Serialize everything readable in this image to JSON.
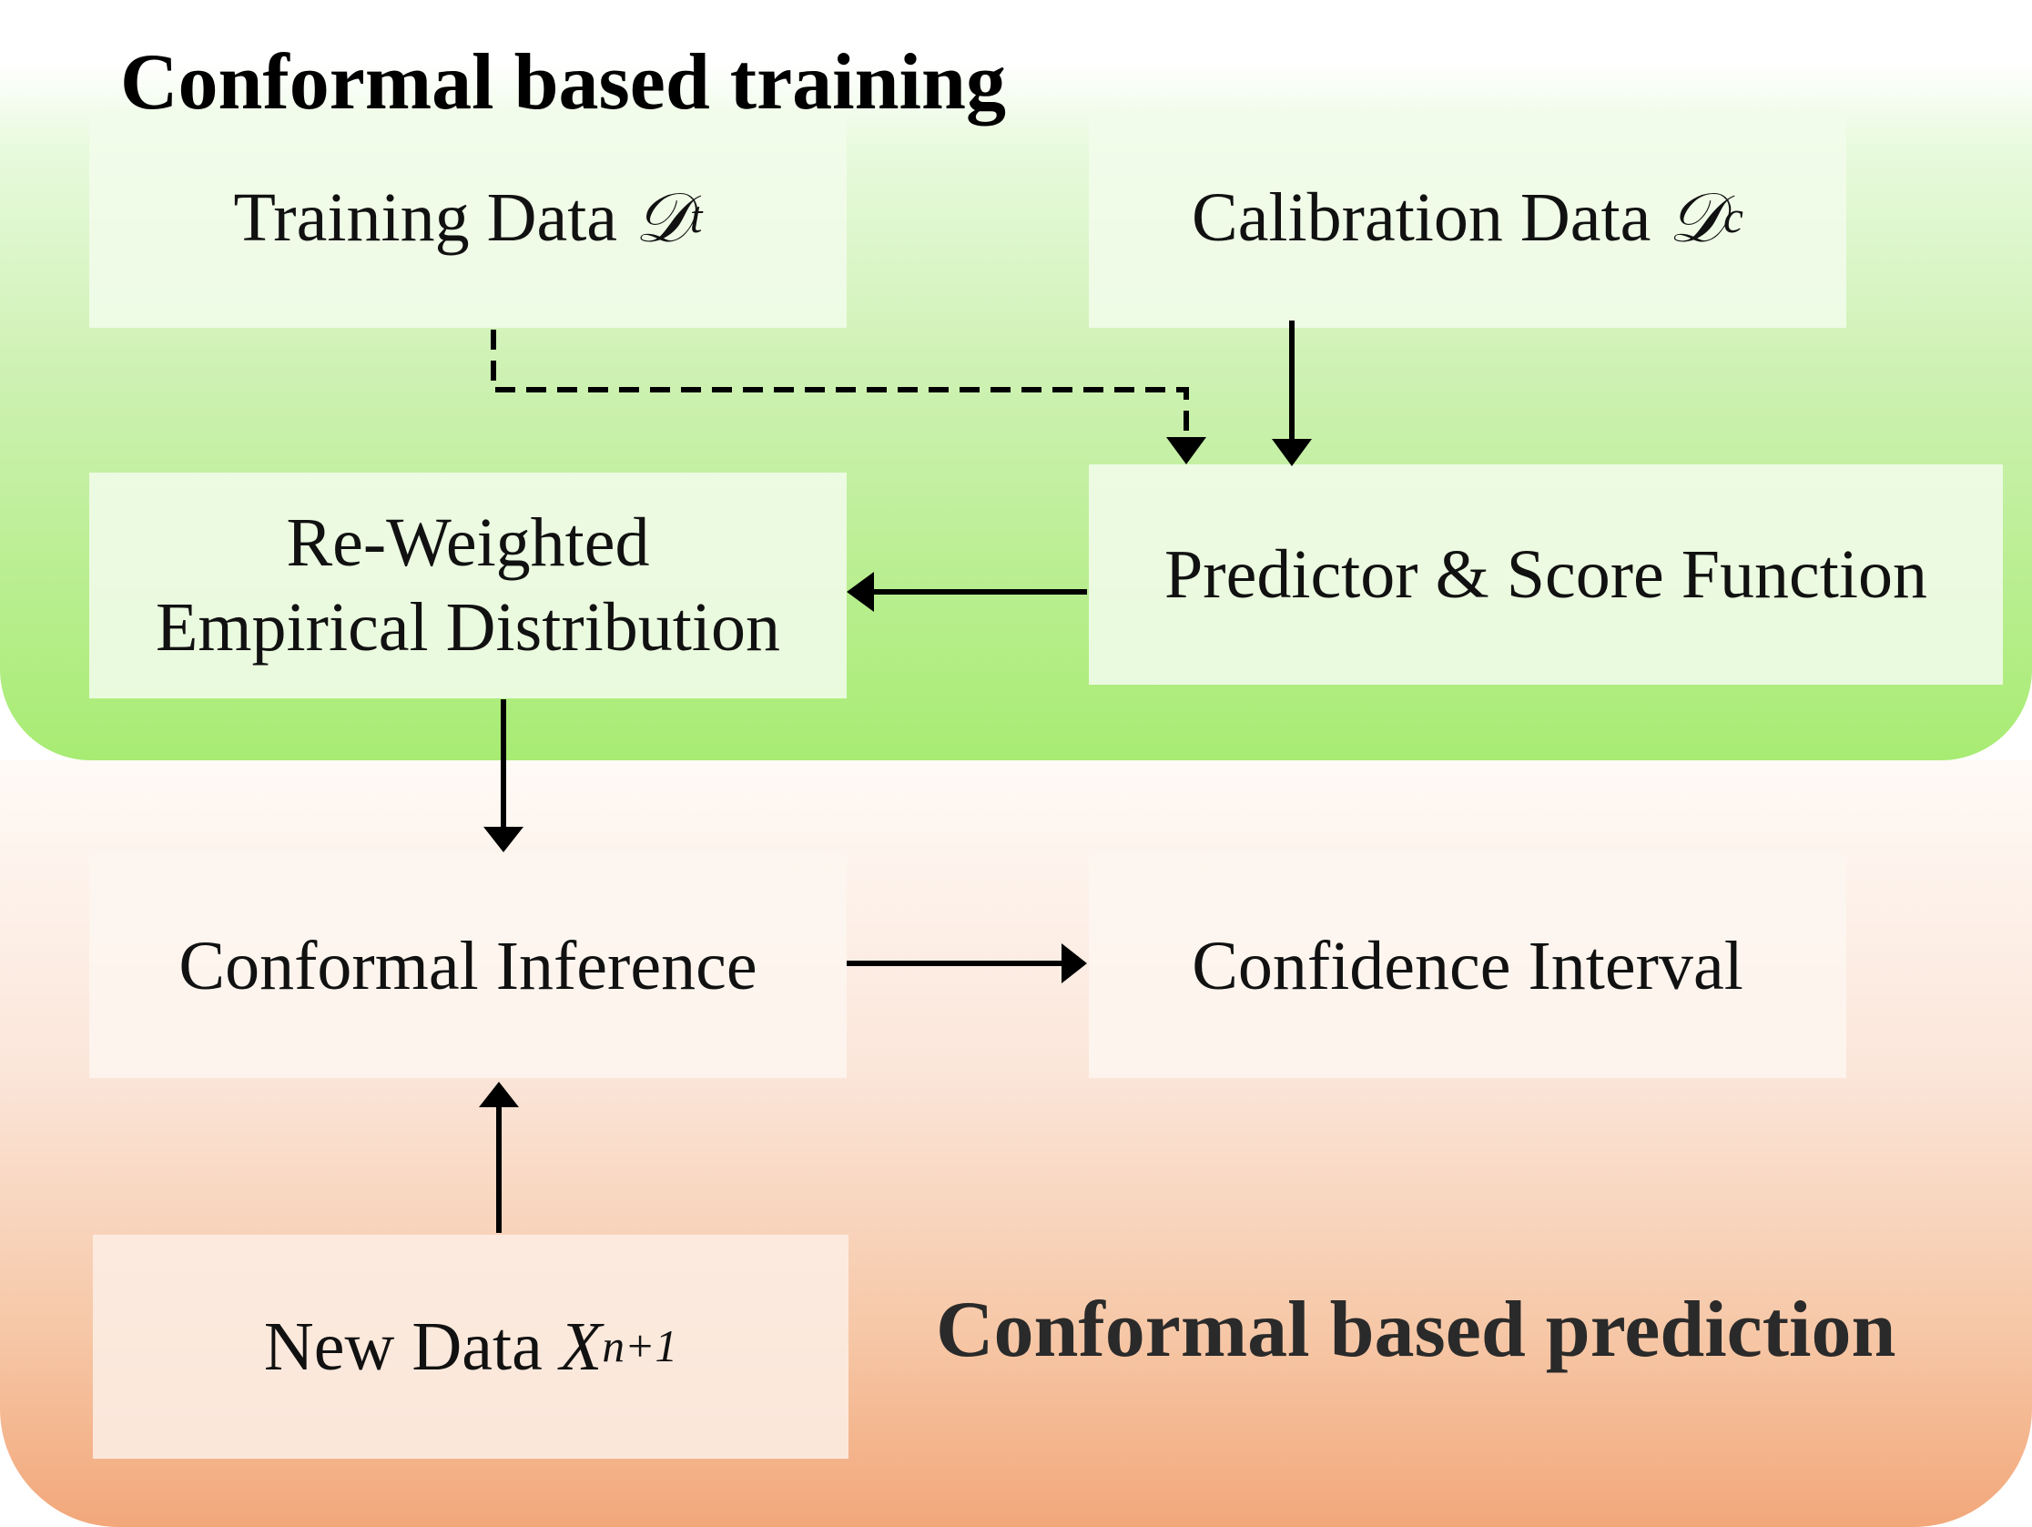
{
  "titles": {
    "training": "Conformal based training",
    "prediction": "Conformal based prediction"
  },
  "boxes": {
    "training_data": {
      "label": "Training Data ",
      "symbol": "𝒟",
      "sub": "t"
    },
    "calibration_data": {
      "label": "Calibration Data ",
      "symbol": "𝒟",
      "sub": "c"
    },
    "reweighted": {
      "line1": "Re-Weighted",
      "line2": "Empirical Distribution"
    },
    "predictor": {
      "label": "Predictor & Score Function"
    },
    "conformal_inference": {
      "label": "Conformal Inference"
    },
    "confidence_interval": {
      "label": "Confidence Interval"
    },
    "new_data": {
      "label": "New Data ",
      "symbol": "X",
      "sub": "n+1"
    }
  },
  "colors": {
    "training_region": "#a8ec73",
    "prediction_region": "#f2a77a",
    "arrow": "#000000"
  }
}
